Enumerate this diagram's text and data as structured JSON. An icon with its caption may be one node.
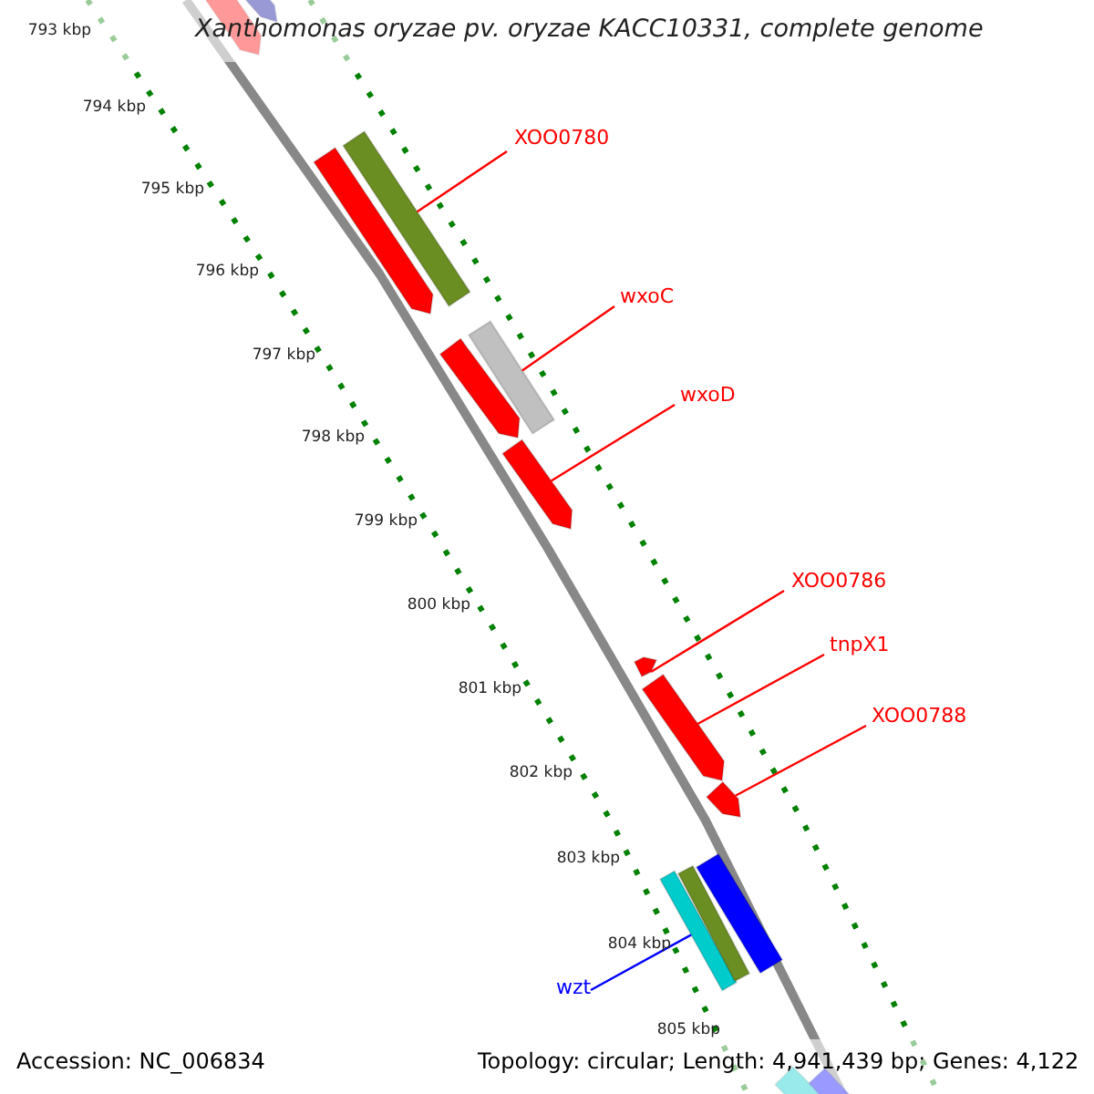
{
  "diagram": {
    "title": "Xanthomonas oryzae pv. oryzae KACC10331, complete genome",
    "nodes": [
      {
        "text": [
          "XOO0780"
        ]
      },
      {
        "text": [],
        "shape": "box"
      },
      {
        "text": [
          "wxoC"
        ]
      },
      {
        "text": [],
        "shape": "box"
      },
      {
        "text": [
          "wxoD"
        ]
      },
      {
        "text": [],
        "shape": "arrow"
      },
      {
        "text": [
          "XOO0786"
        ]
      },
      {
        "text": [],
        "shape": "arrow"
      },
      {
        "text": [
          "tnpX1"
        ]
      },
      {
        "text": [],
        "shape": "arrow"
      },
      {
        "text": [
          "XOO0788"
        ]
      },
      {
        "text": [],
        "shape": "arrow"
      },
      {
        "text": [
          "wzt"
        ]
      },
      {
        "text": [],
        "shape": "box"
      },
      {
        "text": [],
        "shape": "arrow"
      },
      {
        "text": [],
        "shape": "arrow"
      },
      {
        "text": [],
        "shape": "arrow"
      },
      {
        "text": [],
        "shape": "arrow"
      },
      {
        "text": [],
        "shape": "box"
      },
      {
        "text": [],
        "shape": "box"
      },
      {
        "text": [],
        "shape": "box"
      },
      {
        "text": [],
        "shape": "box"
      }
    ],
    "edges": [
      {
        "from": 0,
        "to": 1,
        "arrow": "none",
        "color": "#ff0000"
      },
      {
        "from": 2,
        "to": 3,
        "arrow": "none",
        "color": "#ff0000"
      },
      {
        "from": 4,
        "to": 5,
        "arrow": "none",
        "color": "#ff0000"
      },
      {
        "from": 6,
        "to": 7,
        "arrow": "none",
        "color": "#ff0000"
      },
      {
        "from": 8,
        "to": 9,
        "arrow": "none",
        "color": "#ff0000"
      },
      {
        "from": 10,
        "to": 11,
        "arrow": "none",
        "color": "#ff0000"
      },
      {
        "from": 12,
        "to": 13,
        "arrow": "none",
        "color": "#0000ff"
      }
    ],
    "labels": [
      "793 kbp",
      "794 kbp",
      "795 kbp",
      "796 kbp",
      "797 kbp",
      "798 kbp",
      "799 kbp",
      "800 kbp",
      "801 kbp",
      "802 kbp",
      "803 kbp",
      "804 kbp",
      "805 kbp",
      "Accession: NC_006834",
      "Topology: circular; Length: 4,941,439 bp; Genes: 4,122"
    ]
  }
}
